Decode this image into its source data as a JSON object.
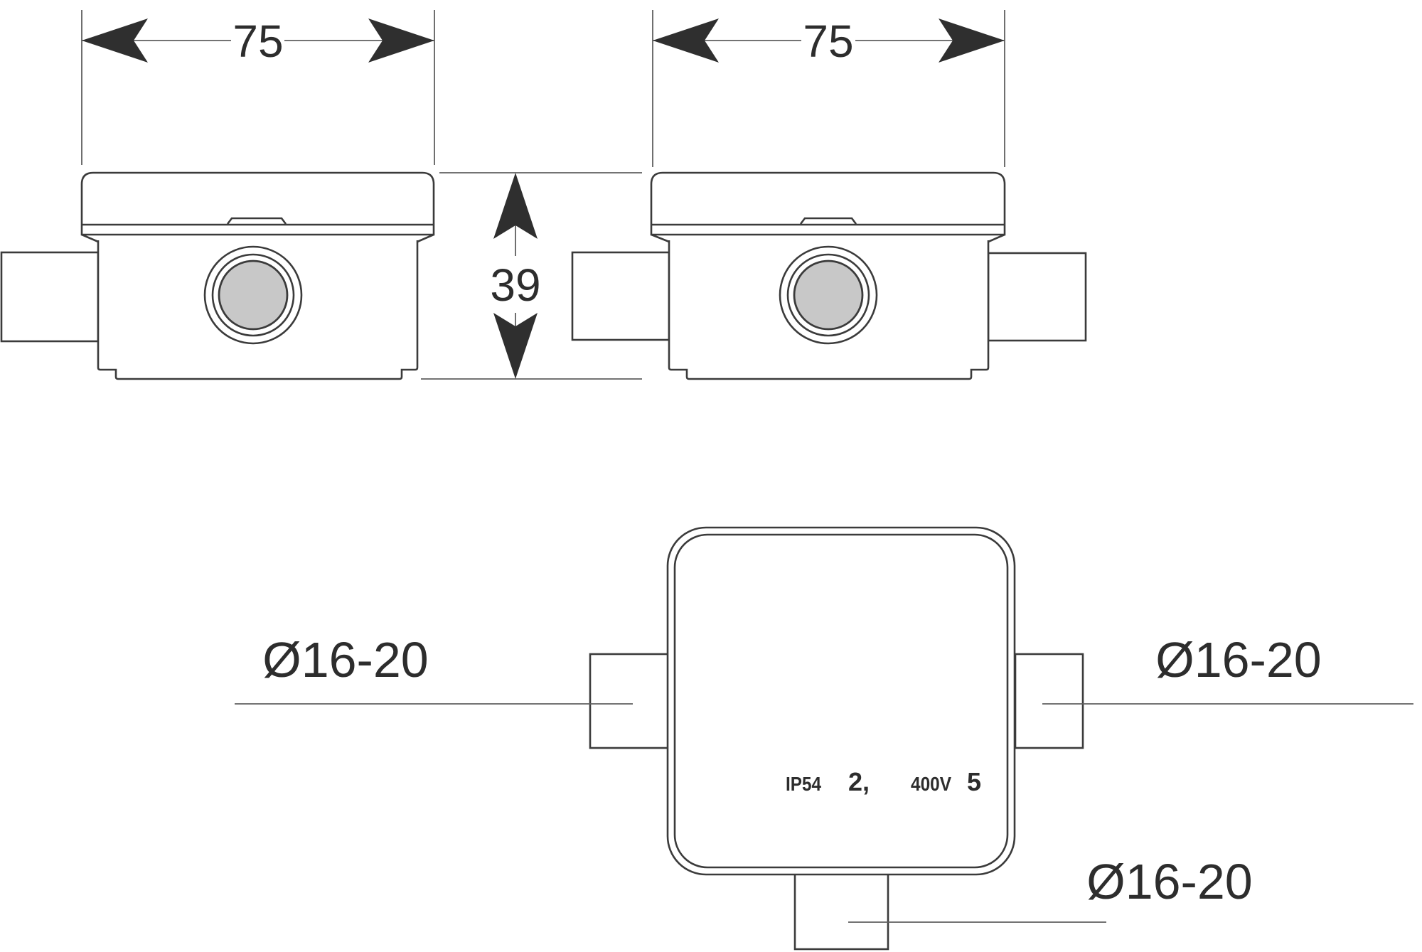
{
  "dimensions": {
    "width_left": "75",
    "width_right": "75",
    "height": "39"
  },
  "conduit_labels": {
    "left": "Ø16-20",
    "right": "Ø16-20",
    "bottom": "Ø16-20"
  },
  "markings": [
    "IP54",
    "2,",
    "400V",
    "5"
  ],
  "colors": {
    "line": "#3b3b3b",
    "thin": "#5f5f5f",
    "arrow": "#2f2f2f",
    "text": "#2d2d2d",
    "knockout": "#c8c8c8",
    "bg": "#ffffff"
  }
}
